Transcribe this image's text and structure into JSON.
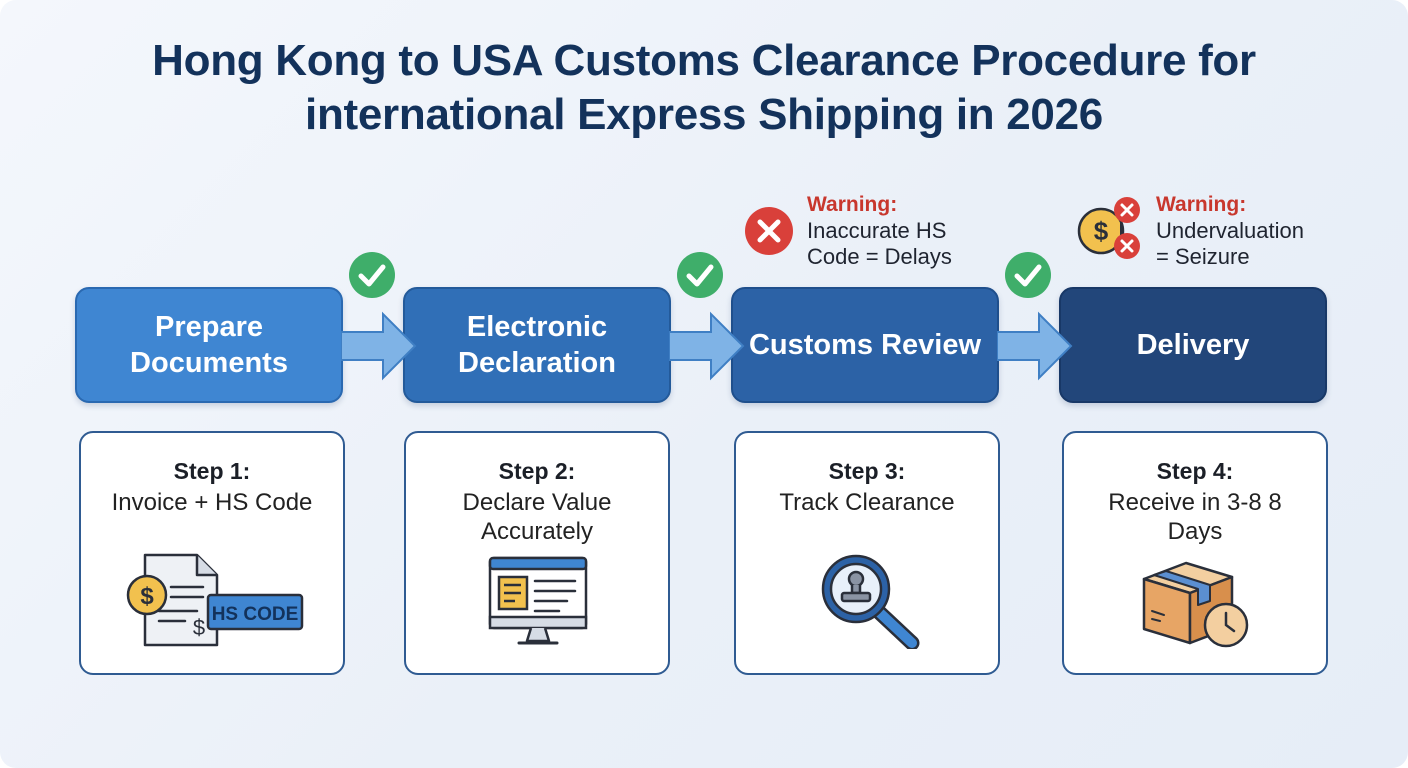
{
  "title": "Hong Kong to USA Customs Clearance Procedure for international Express Shipping in 2026",
  "stages": [
    {
      "label": "Prepare Documents"
    },
    {
      "label": "Electronic Declaration"
    },
    {
      "label": "Customs Review"
    },
    {
      "label": "Delivery"
    }
  ],
  "steps": [
    {
      "step": "Step 1:",
      "desc": "Invoice + HS Code",
      "icon": "invoice-hs-code-icon",
      "badge": "HS CODE"
    },
    {
      "step": "Step 2:",
      "desc": "Declare Value Accurately",
      "icon": "computer-declaration-icon"
    },
    {
      "step": "Step 3:",
      "desc": "Track Clearance",
      "icon": "magnifier-stamp-icon"
    },
    {
      "step": "Step 4:",
      "desc": "Receive in 3-8 8 Days",
      "icon": "package-clock-icon"
    }
  ],
  "warnings": [
    {
      "title": "Warning:",
      "text": "Inaccurate HS\nCode = Delays",
      "icon": "red-x-icon"
    },
    {
      "title": "Warning:",
      "text": "Undervaluation\n= Seizure",
      "icon": "dollar-x-icon"
    }
  ],
  "colors": {
    "title": "#13325b",
    "stage1": "#3f86d2",
    "stage2": "#306fb7",
    "stage3": "#2c62a6",
    "stage4": "#22467a",
    "arrow": "#7fb3e6",
    "check": "#3fae6a",
    "warning": "#c8372d"
  }
}
